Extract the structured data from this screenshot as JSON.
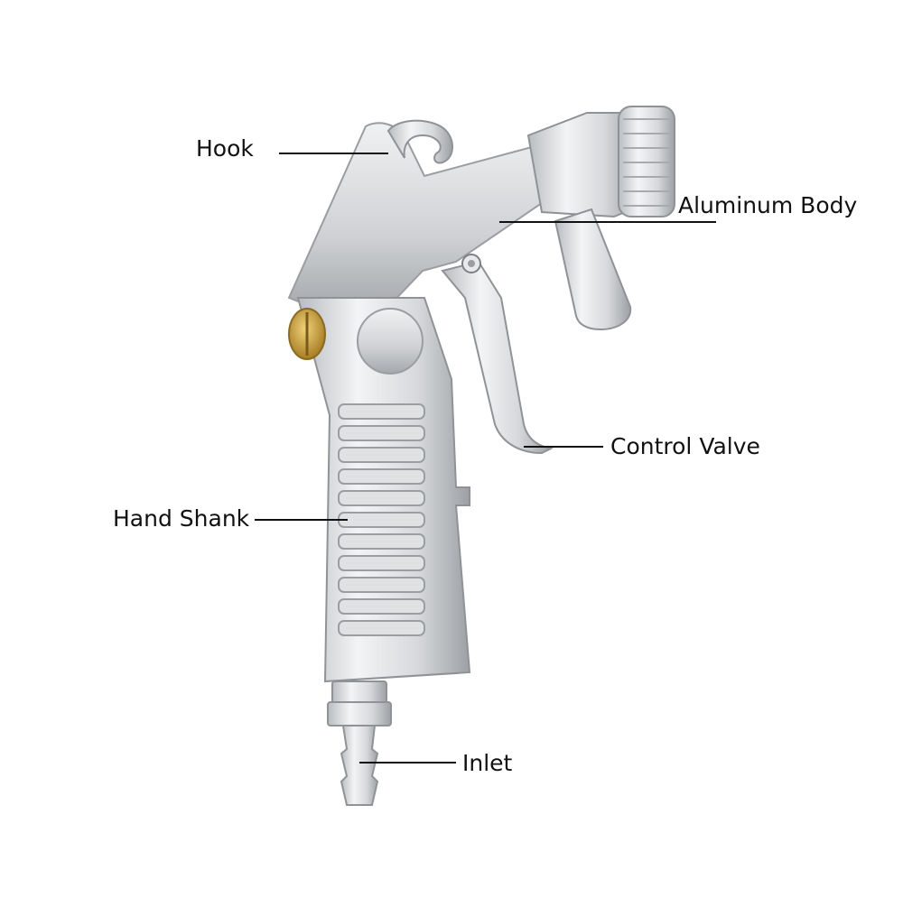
{
  "diagram": {
    "callouts": [
      {
        "id": "hook",
        "label": "Hook"
      },
      {
        "id": "aluminum-body",
        "label": "Aluminum Body"
      },
      {
        "id": "control-valve",
        "label": "Control Valve"
      },
      {
        "id": "hand-shank",
        "label": "Hand Shank"
      },
      {
        "id": "inlet",
        "label": "Inlet"
      }
    ],
    "colors": {
      "metal_light": "#e6e7e9",
      "metal_mid": "#c4c6c9",
      "metal_dark": "#8f9296",
      "brass": "#c9a24a",
      "line": "#111111"
    }
  }
}
